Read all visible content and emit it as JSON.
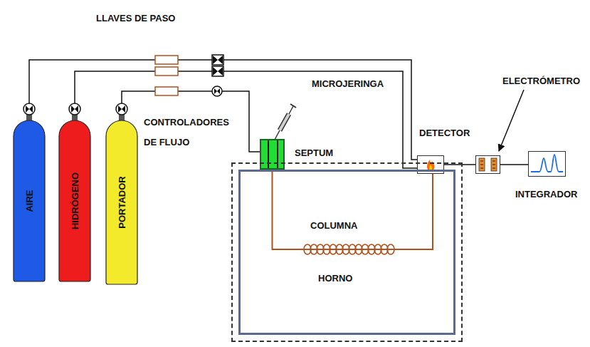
{
  "diagram": {
    "nodes": [
      {
        "text": [
          "AIRE"
        ]
      },
      {
        "text": [
          "HIDRÓGENO"
        ]
      },
      {
        "text": [
          "PORTADOR"
        ]
      },
      {
        "text": [
          "SEPTUM"
        ]
      },
      {
        "text": [
          "DETECTOR"
        ]
      },
      {
        "text": [
          "ELECTRÓMETRO"
        ]
      },
      {
        "text": [
          "INTEGRADOR"
        ]
      },
      {
        "text": [
          "HORNO"
        ]
      }
    ],
    "edges": [
      {
        "from": 0,
        "to": 4,
        "arrow": "none"
      },
      {
        "from": 1,
        "to": 4,
        "arrow": "none"
      },
      {
        "from": 2,
        "to": 3,
        "arrow": "none"
      },
      {
        "from": 3,
        "to": 4,
        "label": "COLUMNA",
        "arrow": "none"
      },
      {
        "from": 4,
        "to": 5,
        "arrow": "none"
      },
      {
        "from": 5,
        "to": 6,
        "arrow": "none"
      }
    ],
    "labels": [
      "LLAVES DE PASO",
      "CONTROLADORES DE FLUJO",
      "MICROJERINGA"
    ]
  }
}
